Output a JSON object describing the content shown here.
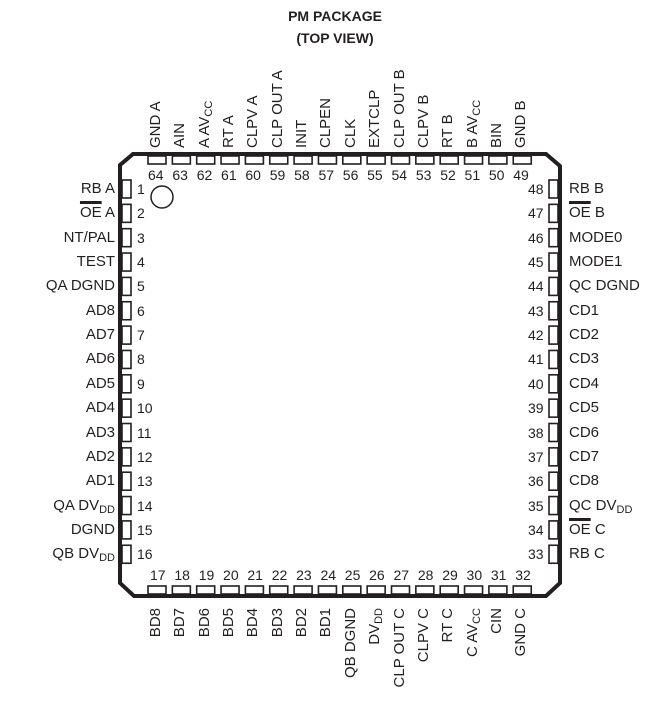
{
  "title": {
    "line1": "PM PACKAGE",
    "line2": "(TOP VIEW)"
  },
  "pin1_marker": "pin-1-indicator-circle",
  "pins": {
    "left": [
      {
        "num": "1",
        "name": "RB A",
        "overline": false
      },
      {
        "num": "2",
        "name": "OE A",
        "overline": true,
        "overline_part": "OE",
        "suffix": " A"
      },
      {
        "num": "3",
        "name": "NT/PAL"
      },
      {
        "num": "4",
        "name": "TEST"
      },
      {
        "num": "5",
        "name": "QA DGND"
      },
      {
        "num": "6",
        "name": "AD8"
      },
      {
        "num": "7",
        "name": "AD7"
      },
      {
        "num": "8",
        "name": "AD6"
      },
      {
        "num": "9",
        "name": "AD5"
      },
      {
        "num": "10",
        "name": "AD4"
      },
      {
        "num": "11",
        "name": "AD3"
      },
      {
        "num": "12",
        "name": "AD2"
      },
      {
        "num": "13",
        "name": "AD1"
      },
      {
        "num": "14",
        "name": "QA DV",
        "sub": "DD"
      },
      {
        "num": "15",
        "name": "DGND"
      },
      {
        "num": "16",
        "name": "QB DV",
        "sub": "DD"
      }
    ],
    "bottom": [
      {
        "num": "17",
        "name": "BD8"
      },
      {
        "num": "18",
        "name": "BD7"
      },
      {
        "num": "19",
        "name": "BD6"
      },
      {
        "num": "20",
        "name": "BD5"
      },
      {
        "num": "21",
        "name": "BD4"
      },
      {
        "num": "22",
        "name": "BD3"
      },
      {
        "num": "23",
        "name": "BD2"
      },
      {
        "num": "24",
        "name": "BD1"
      },
      {
        "num": "25",
        "name": "QB DGND"
      },
      {
        "num": "26",
        "name": "DV",
        "sub": "DD"
      },
      {
        "num": "27",
        "name": "CLP OUT C"
      },
      {
        "num": "28",
        "name": "CLPV C"
      },
      {
        "num": "29",
        "name": "RT C"
      },
      {
        "num": "30",
        "name": "C AV",
        "sub": "CC"
      },
      {
        "num": "31",
        "name": "CIN"
      },
      {
        "num": "32",
        "name": "GND C"
      }
    ],
    "right": [
      {
        "num": "33",
        "name": "RB C"
      },
      {
        "num": "34",
        "name": "OE C",
        "overline": true,
        "overline_part": "OE",
        "suffix": " C"
      },
      {
        "num": "35",
        "name": "QC DV",
        "sub": "DD"
      },
      {
        "num": "36",
        "name": "CD8"
      },
      {
        "num": "37",
        "name": "CD7"
      },
      {
        "num": "38",
        "name": "CD6"
      },
      {
        "num": "39",
        "name": "CD5"
      },
      {
        "num": "40",
        "name": "CD4"
      },
      {
        "num": "41",
        "name": "CD3"
      },
      {
        "num": "42",
        "name": "CD2"
      },
      {
        "num": "43",
        "name": "CD1"
      },
      {
        "num": "44",
        "name": "QC DGND"
      },
      {
        "num": "45",
        "name": "MODE1"
      },
      {
        "num": "46",
        "name": "MODE0"
      },
      {
        "num": "47",
        "name": "OE B",
        "overline": true,
        "overline_part": "OE",
        "suffix": " B"
      },
      {
        "num": "48",
        "name": "RB B"
      }
    ],
    "top": [
      {
        "num": "49",
        "name": "GND B"
      },
      {
        "num": "50",
        "name": "BIN"
      },
      {
        "num": "51",
        "name": "B AV",
        "sub": "CC"
      },
      {
        "num": "52",
        "name": "RT B"
      },
      {
        "num": "53",
        "name": "CLPV B"
      },
      {
        "num": "54",
        "name": "CLP OUT B"
      },
      {
        "num": "55",
        "name": "EXTCLP"
      },
      {
        "num": "56",
        "name": "CLK"
      },
      {
        "num": "57",
        "name": "CLPEN"
      },
      {
        "num": "58",
        "name": "INIT"
      },
      {
        "num": "59",
        "name": "CLP OUT A"
      },
      {
        "num": "60",
        "name": "CLPV A"
      },
      {
        "num": "61",
        "name": "RT A"
      },
      {
        "num": "62",
        "name": "A AV",
        "sub": "CC"
      },
      {
        "num": "63",
        "name": "AIN"
      },
      {
        "num": "64",
        "name": "GND A"
      }
    ]
  },
  "colors": {
    "ink": "#231f20",
    "background": "#ffffff"
  }
}
